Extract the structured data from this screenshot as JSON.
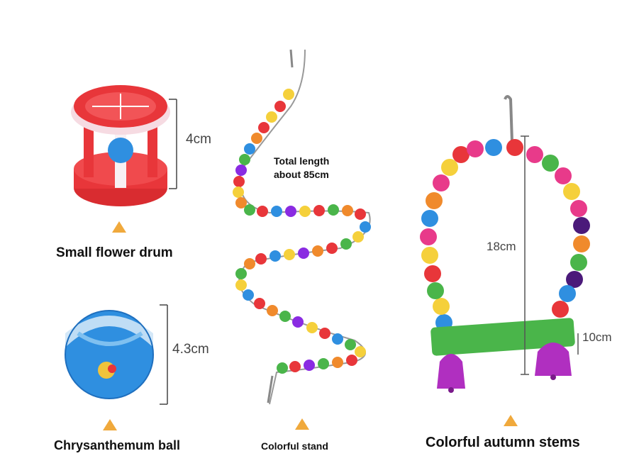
{
  "products": [
    {
      "name": "Small flower drum",
      "size": "4cm"
    },
    {
      "name": "Chrysanthemum ball",
      "size": "4.3cm"
    },
    {
      "name": "Colorful stand",
      "note_line1": "Total length",
      "note_line2": "about 85cm"
    },
    {
      "name": "Colorful autumn stems",
      "height": "18cm",
      "width": "10cm"
    }
  ],
  "colors": {
    "pointer": "#f0a93c",
    "drum_red": "#e8363a",
    "ball_blue": "#2f8fe0",
    "perch_green": "#4ab54a",
    "bell_purple": "#b02fc0"
  },
  "icons": [
    "triangle-pointer-icon"
  ]
}
